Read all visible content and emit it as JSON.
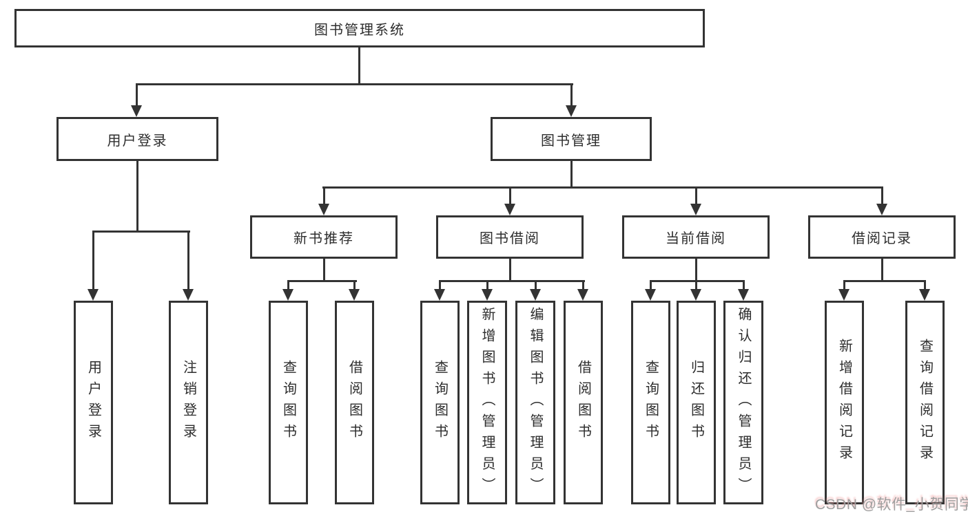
{
  "diagram": {
    "nodes": {
      "root": "图书管理系统",
      "user_login": "用户登录",
      "book_mgmt": "图书管理",
      "user_login_leaf": "用户登录",
      "logout_leaf": "注销登录",
      "new_book_rec": "新书推荐",
      "book_borrow": "图书借阅",
      "current_borrow": "当前借阅",
      "borrow_record": "借阅记录",
      "nbr_query_book": "查询图书",
      "nbr_borrow_book": "借阅图书",
      "bb_query_book": "查询图书",
      "bb_add_book": "新增图书（管理员）",
      "bb_edit_book": "编辑图书（管理员）",
      "bb_borrow_book": "借阅图书",
      "cb_query_book": "查询图书",
      "cb_return_book": "归还图书",
      "cb_confirm_return": "确认归还（管理员）",
      "br_add_record": "新增借阅记录",
      "br_query_record": "查询借阅记录"
    },
    "watermark": "CSDN @软件_小贺同学",
    "colors": {
      "line": "#333333",
      "text": "#2d2d2d",
      "background": "#ffffff",
      "watermark": "#9e9e9e"
    }
  }
}
